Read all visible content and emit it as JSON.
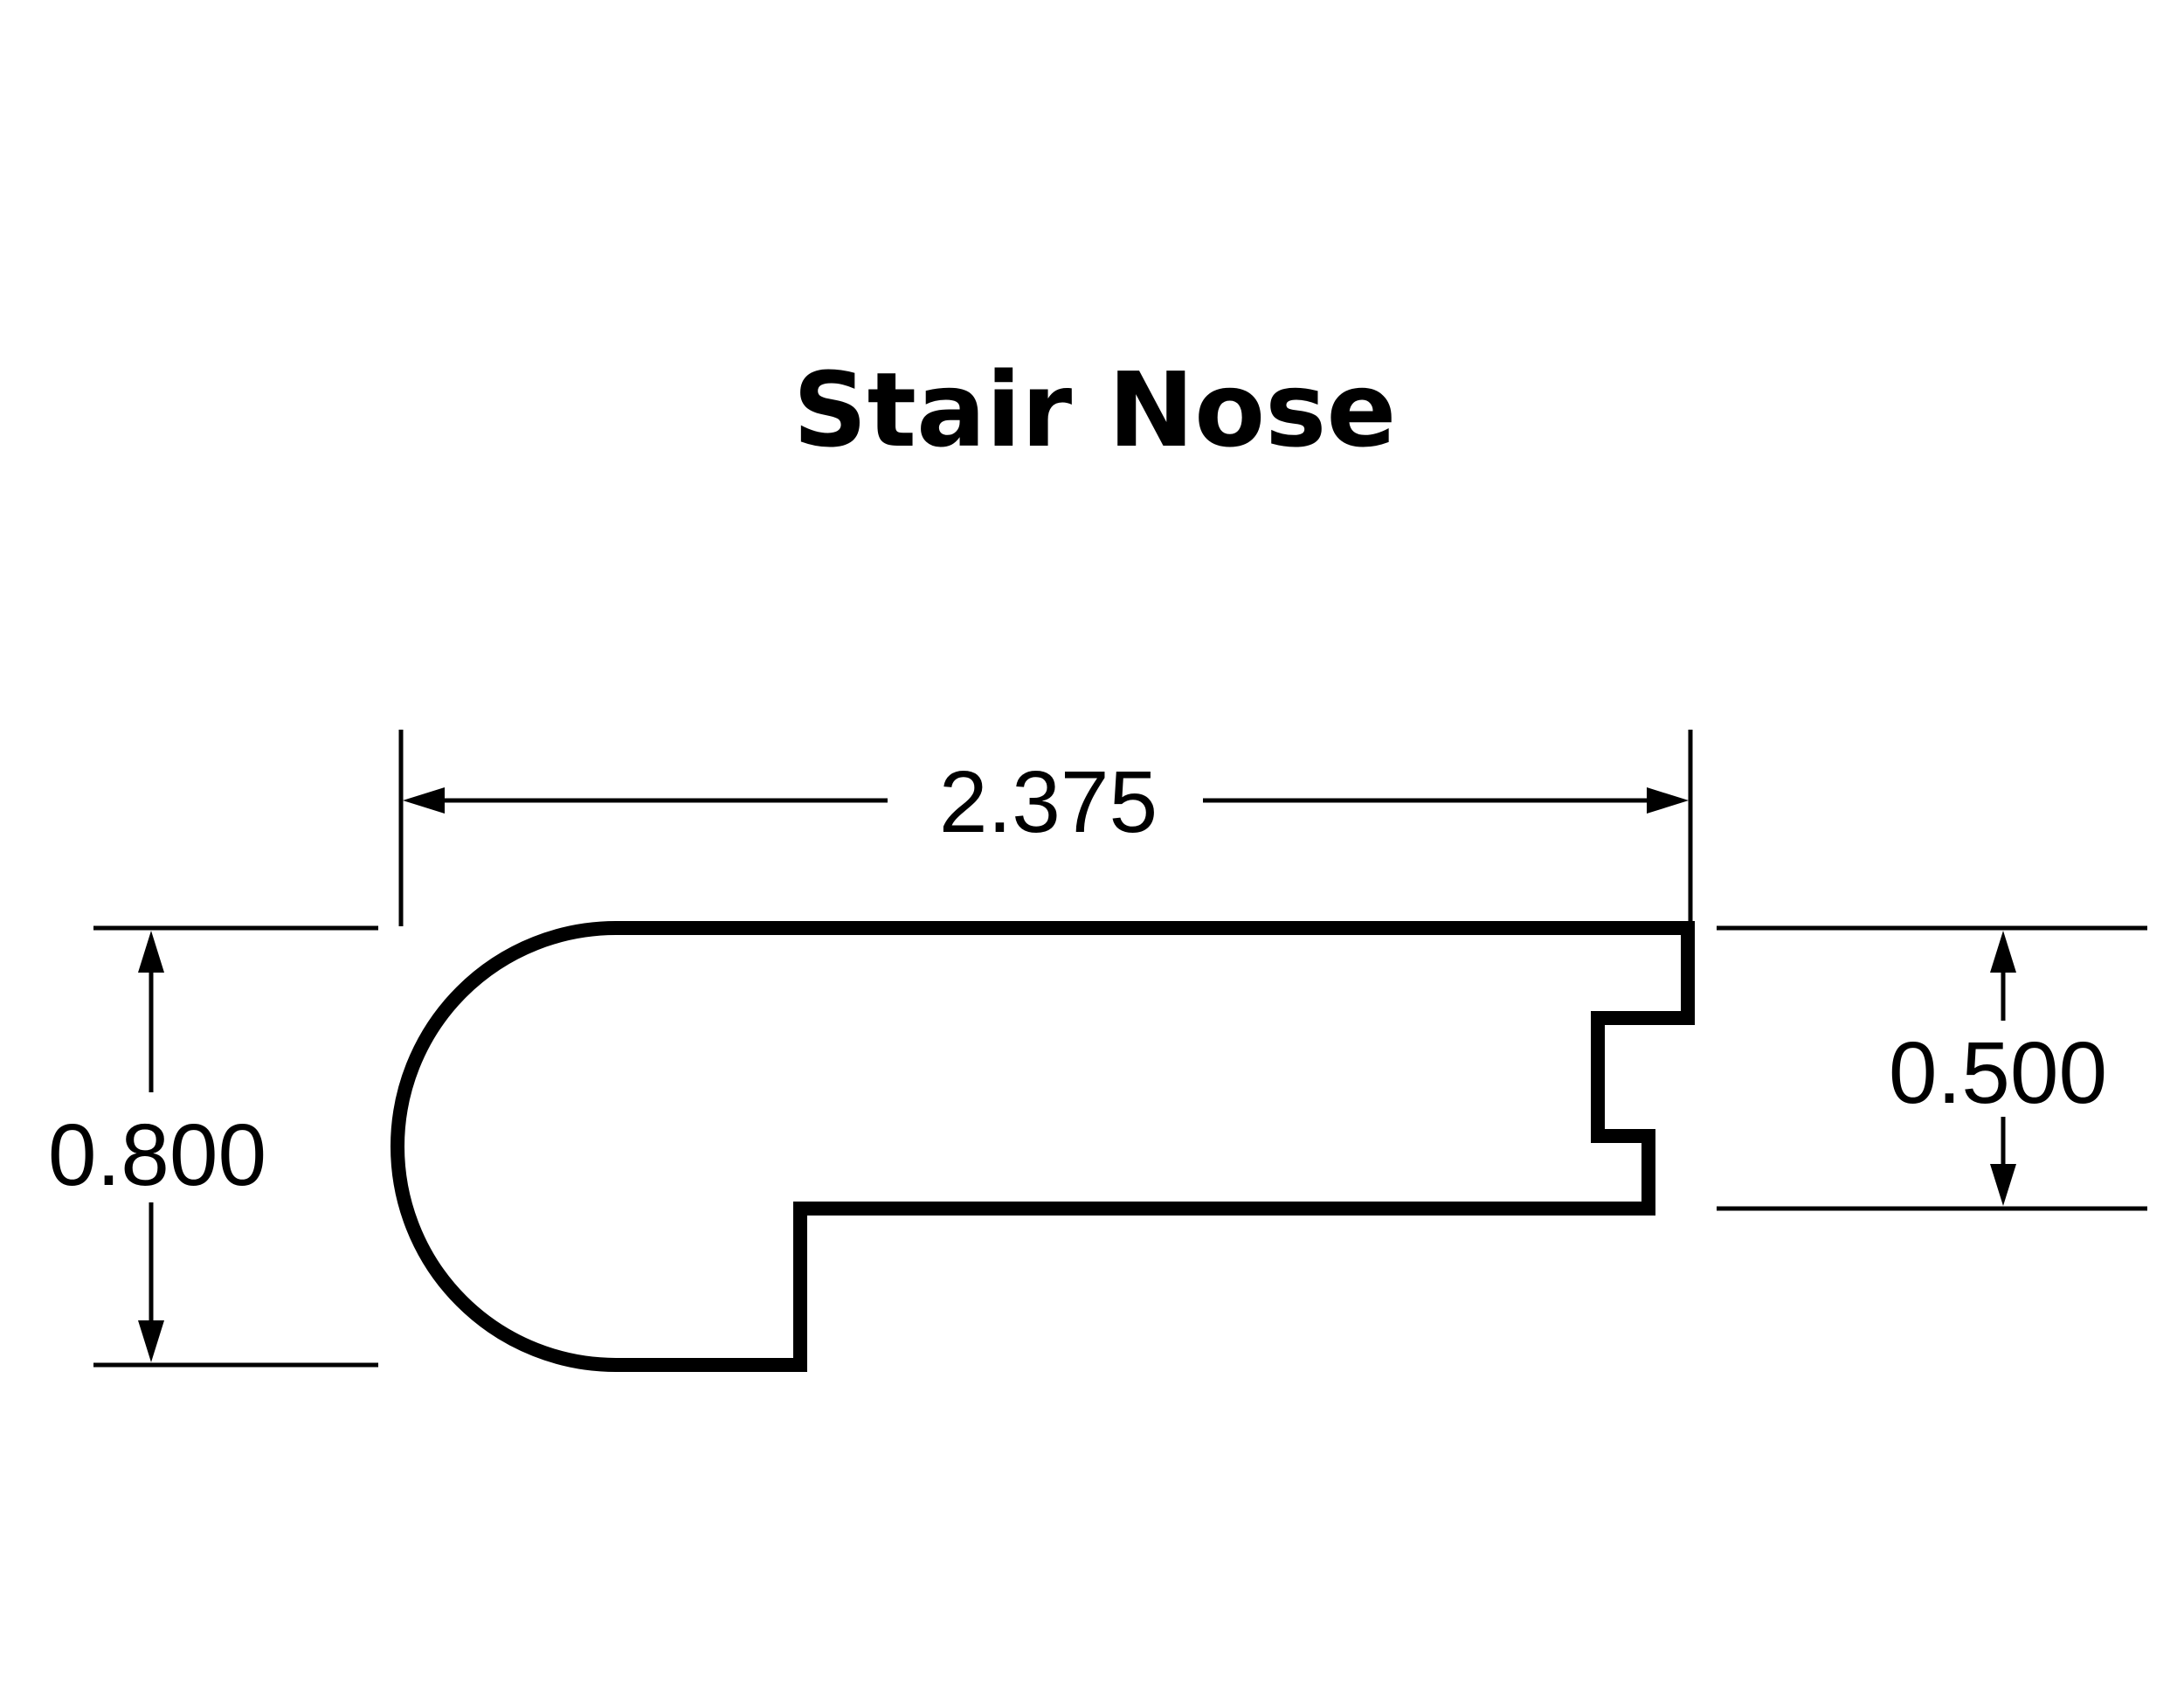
{
  "title": "Stair Nose",
  "dimensions": {
    "width": "2.375",
    "overall_height": "0.800",
    "tongue_height": "0.500"
  },
  "colors": {
    "stroke": "#000000",
    "background": "#ffffff"
  }
}
